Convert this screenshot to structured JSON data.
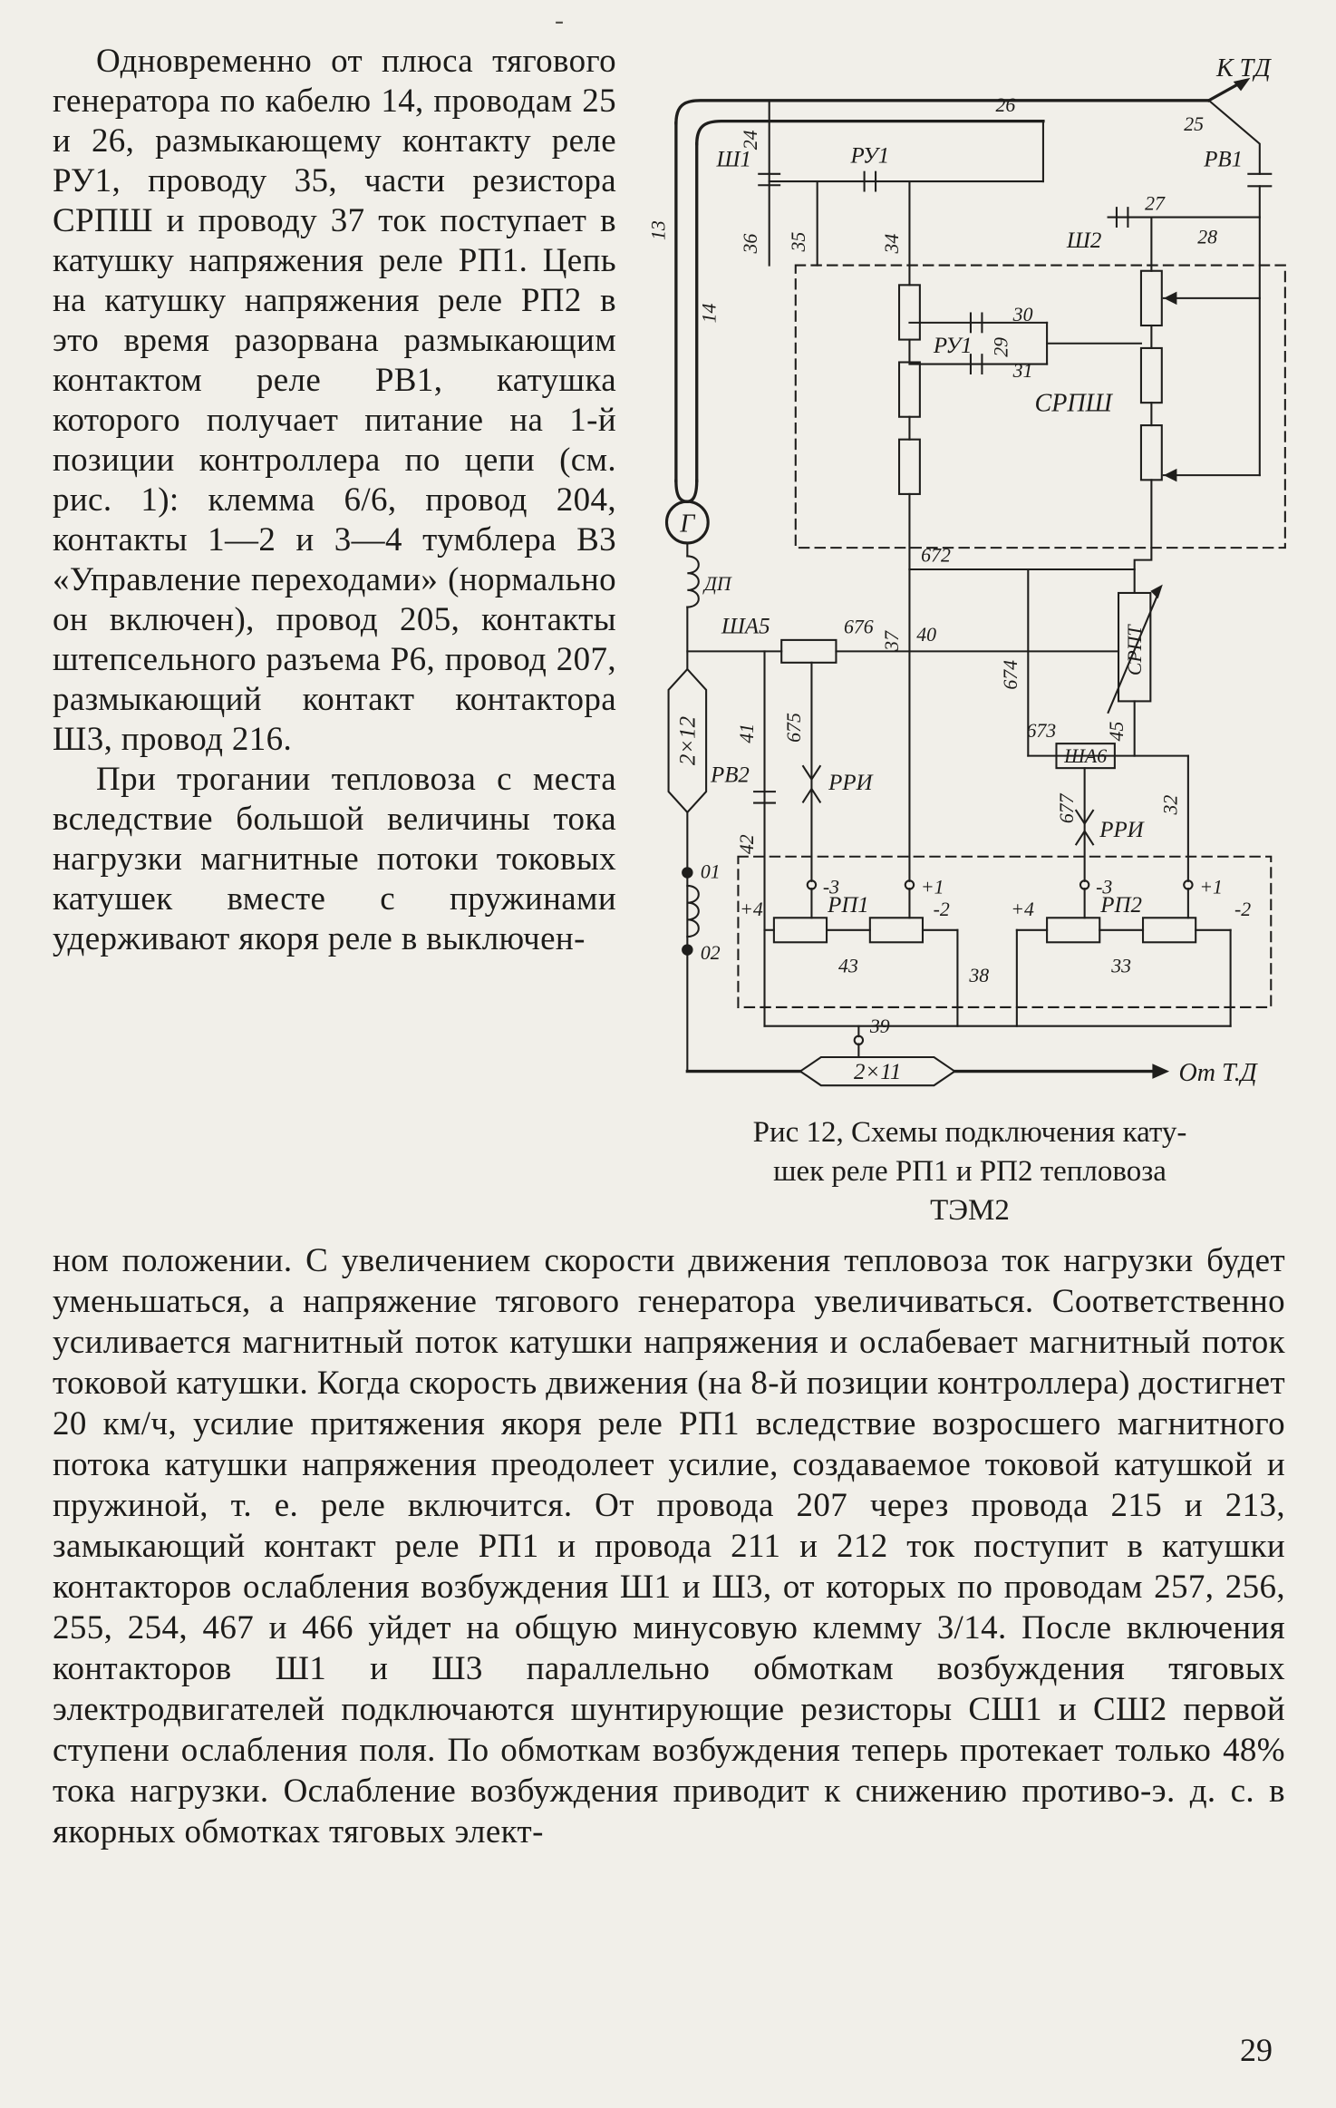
{
  "page": {
    "number": "29",
    "top_mark": "-"
  },
  "article": {
    "para1": "Одновременно от плюса тягового генератора по кабелю 14, проводам 25 и 26, размыкающему контакту реле РУ1, проводу 35, части резистора СРПШ и проводу 37 ток поступает в катушку напряжения реле РП1. Цепь на катушку напряжения реле РП2 в это время разорвана размыкающим контактом реле РВ1, катушка которого получает питание на 1-й позиции контроллера по цепи (см. рис. 1): клемма 6/6, провод 204, контакты 1—2 и 3—4 тумблера В3 «Управление переходами» (нормально он включен), провод 205, контакты штепсельного разъема Р6, провод 207, размыкающий контакт контактора Ш3, провод 216.",
    "para2_narrow": "При трогании тепловоза с места вследствие большой величины тока нагрузки магнитные потоки токовых катушек вместе с пружинами удерживают якоря реле в выключен-",
    "para2_wide": "ном положении. С увеличением скорости движения тепловоза ток нагрузки будет уменьшаться, а напряжение тягового генератора увеличиваться. Соответственно усиливается магнитный поток катушки напряжения и ослабевает магнитный поток токовой катушки. Когда скорость движения (на 8-й позиции контроллера) достигнет 20 км/ч, усилие притяжения якоря реле РП1 вследствие возросшего магнитного потока катушки напряжения преодолеет усилие, создаваемое токовой катушкой и пружиной, т. е. реле включится. От провода 207 через провода 215 и 213, замыкающий контакт реле РП1 и провода 211 и 212 ток поступит в катушки контакторов ослабления возбуждения Ш1 и Ш3, от которых по проводам 257, 256, 255, 254, 467 и 466 уйдет на общую минусовую клемму 3/14. После включения контакторов Ш1 и Ш3 параллельно обмоткам возбуждения тяговых электродвигателей подключаются шунтирующие резисторы СШ1 и СШ2 первой ступени ослабления поля. По обмоткам возбуждения теперь протекает только 48% тока нагрузки. Ослабление возбуждения приводит к снижению противо-э. д. с. в якорных обмотках тяговых элект-"
  },
  "figure": {
    "caption_l1": "Рис 12, Схемы подключения кату-",
    "caption_l2": "шек реле РП1 и РП2 тепловоза",
    "caption_l3": "ТЭМ2",
    "labels": {
      "ktd": "К ТД",
      "w25": "25",
      "w26": "26",
      "w27": "27",
      "w28": "28",
      "w24": "24",
      "w36": "36",
      "w35": "35",
      "w34": "34",
      "w13": "13",
      "w14": "14",
      "w29": "29",
      "w30": "30",
      "w31": "31",
      "ru1_top": "РУ1",
      "ru1_mid": "РУ1",
      "rv1": "РВ1",
      "sh1": "Ш1",
      "sh2": "Ш2",
      "srpsh": "СРПШ",
      "w672": "672",
      "gen": "Г",
      "dp": "ДП",
      "c2x12": "2×12",
      "sha5": "ША5",
      "w676": "676",
      "w40": "40",
      "w37": "37",
      "w675": "675",
      "w41": "41",
      "rri_left": "РРИ",
      "rv2": "РВ2",
      "w42": "42",
      "srpt": "СРПТ",
      "w45": "45",
      "w32": "32",
      "w674": "674",
      "w673": "673",
      "sha6": "ША6",
      "w677": "677",
      "rri_right": "РРИ",
      "m3_1": "-3",
      "p1_1": "+1",
      "m3_2": "-3",
      "p1_2": "+1",
      "rp1": "РП1",
      "rp2": "РП2",
      "p4_1": "+4",
      "m2_1": "-2",
      "w43": "43",
      "w38": "38",
      "p4_2": "+4",
      "m2_2": "-2",
      "w33": "33",
      "w01": "01",
      "w02": "02",
      "w39": "39",
      "c2x11": "2×11",
      "ot_td": "От Т.Д"
    }
  },
  "colors": {
    "paper": "#f1efe9",
    "ink": "#1c1b19"
  }
}
